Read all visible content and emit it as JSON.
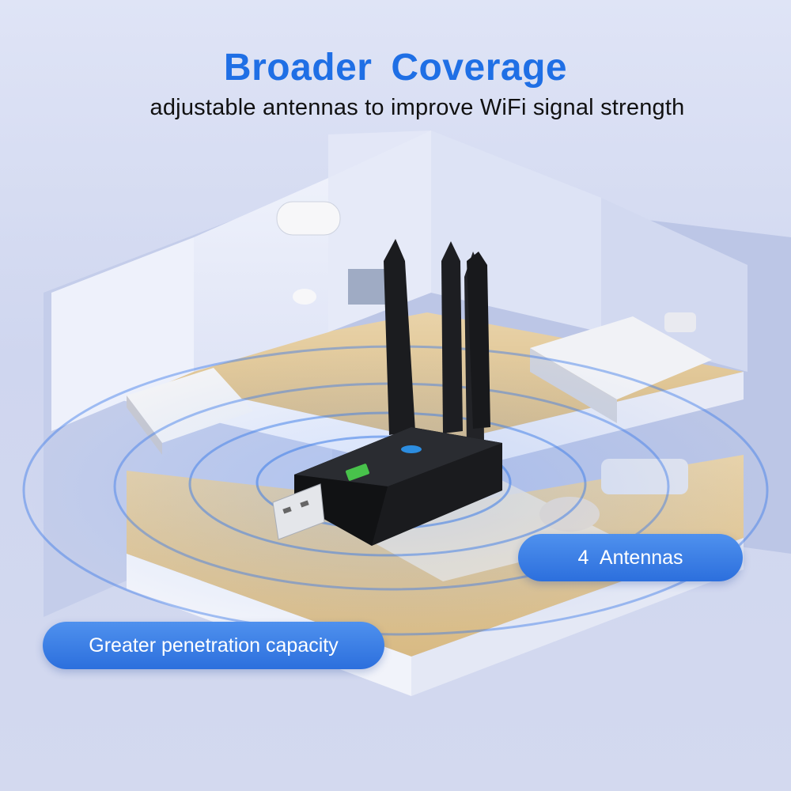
{
  "headline": "Broader  Coverage",
  "subheadline": "adjustable antennas to improve WiFi signal strength",
  "callouts": {
    "antennas": "4  Antennas",
    "penetration": "Greater penetration capacity"
  },
  "colors": {
    "accent_blue": "#1f6fe5",
    "pill_blue": "#2c6fdd",
    "background": "#d6dcf2"
  }
}
